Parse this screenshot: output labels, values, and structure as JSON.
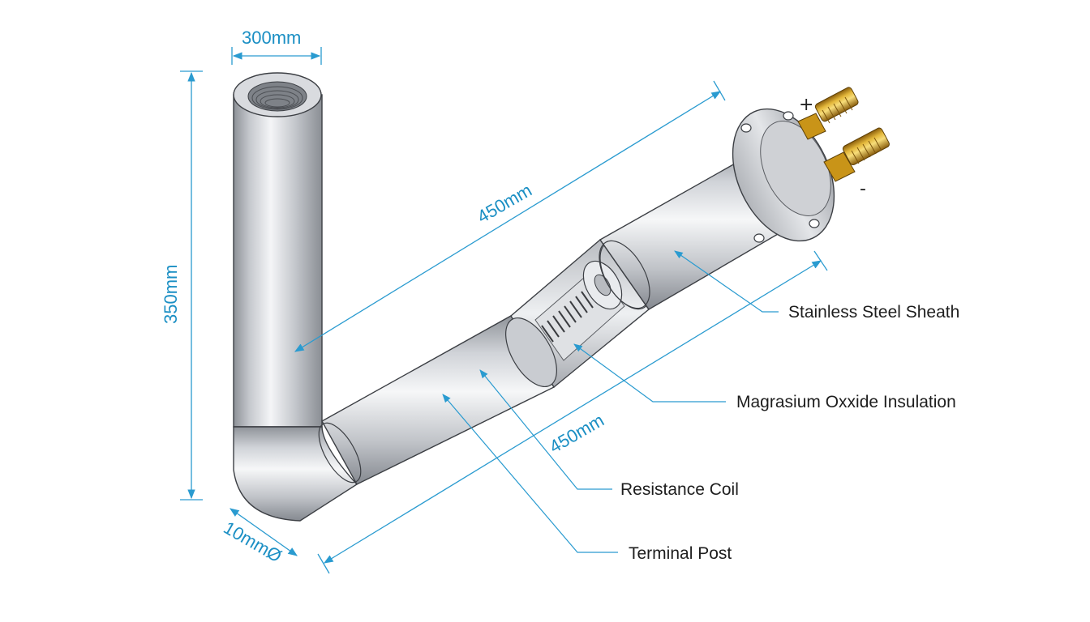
{
  "dimensions": {
    "width_top": "300mm",
    "height_left": "350mm",
    "length_top": "450mm",
    "length_bottom": "450mm",
    "diameter": "10mmØ"
  },
  "callouts": {
    "sheath": "Stainless Steel Sheath",
    "insulation": "Magrasium Oxxide Insulation",
    "coil": "Resistance Coil",
    "terminal": "Terminal Post"
  },
  "terminals": {
    "positive": "+",
    "negative": "-"
  },
  "colors": {
    "dimension_blue": "#1b8fc4",
    "steel": "#c9ccd1",
    "brass": "#d4a017"
  }
}
